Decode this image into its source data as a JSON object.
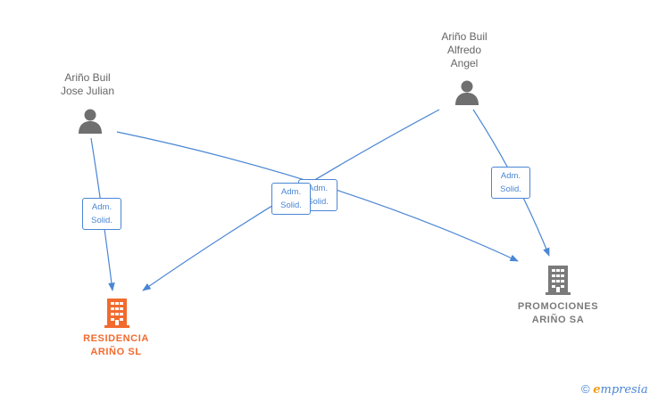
{
  "colors": {
    "edge": "#4a86d4",
    "person_icon": "#6f6f6f",
    "company_highlight": "#f26a2e",
    "company_default": "#7a7a7a",
    "label_text": "#666666"
  },
  "people": [
    {
      "id": "p1",
      "name_lines": [
        "Ariño Buil",
        "Jose Julian"
      ],
      "icon": "person-icon"
    },
    {
      "id": "p2",
      "name_lines": [
        "Ariño Buil",
        "Alfredo",
        "Angel"
      ],
      "icon": "person-icon"
    }
  ],
  "companies": [
    {
      "id": "c1",
      "name_lines": [
        "RESIDENCIA",
        "ARIÑO SL"
      ],
      "icon": "building-icon",
      "color": "#f26a2e"
    },
    {
      "id": "c2",
      "name_lines": [
        "PROMOCIONES",
        "ARIÑO SA"
      ],
      "icon": "building-icon",
      "color": "#7a7a7a"
    }
  ],
  "relations": [
    {
      "from": "p1",
      "to": "c1",
      "label_lines": [
        "Adm.",
        "Solid."
      ]
    },
    {
      "from": "p1",
      "to": "c2",
      "label_lines": [
        "Adm.",
        "Solid."
      ]
    },
    {
      "from": "p2",
      "to": "c1",
      "label_lines": [
        "Adm.",
        "Solid."
      ]
    },
    {
      "from": "p2",
      "to": "c2",
      "label_lines": [
        "Adm.",
        "Solid."
      ]
    }
  ],
  "brand": {
    "copyright_symbol": "©",
    "initial": "e",
    "rest": "mpresia"
  }
}
